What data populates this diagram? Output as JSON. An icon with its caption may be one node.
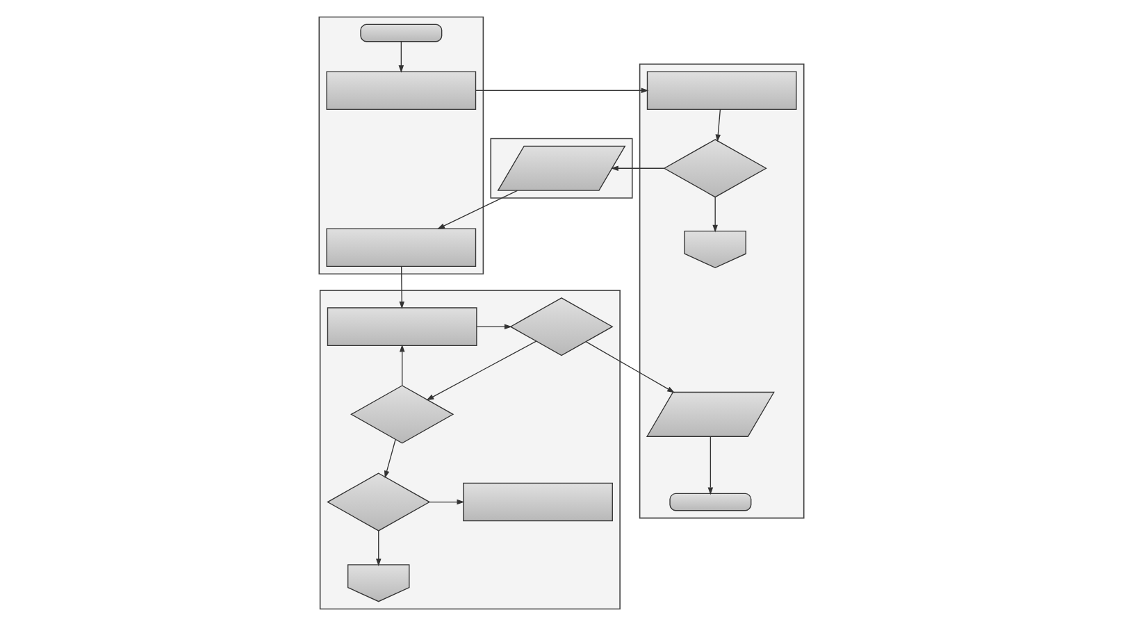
{
  "diagram": {
    "nodes": [
      {
        "text": [],
        "shape": "band"
      },
      {
        "text": [],
        "shape": "band"
      },
      {
        "text": [],
        "shape": "band"
      },
      {
        "text": [],
        "shape": "band"
      },
      {
        "text": [],
        "shape": "pill",
        "in": 0
      },
      {
        "text": [],
        "shape": "box",
        "in": 0
      },
      {
        "text": [],
        "shape": "box",
        "in": 0
      },
      {
        "text": [],
        "shape": "box",
        "in": 1
      },
      {
        "text": [],
        "shape": "diamond",
        "in": 1
      },
      {
        "text": [],
        "shape": "pentagon",
        "in": 1
      },
      {
        "text": [],
        "shape": "parallelogram",
        "in": 1
      },
      {
        "text": [],
        "shape": "pill",
        "in": 1
      },
      {
        "text": [],
        "shape": "parallelogram",
        "in": 2
      },
      {
        "text": [],
        "shape": "box",
        "in": 3
      },
      {
        "text": [],
        "shape": "diamond",
        "in": 3
      },
      {
        "text": [],
        "shape": "diamond",
        "in": 3
      },
      {
        "text": [],
        "shape": "diamond",
        "in": 3
      },
      {
        "text": [],
        "shape": "box",
        "in": 3
      },
      {
        "text": [],
        "shape": "pentagon",
        "in": 3
      }
    ],
    "edges": [
      {
        "from": 4,
        "to": 5,
        "arrow": "to"
      },
      {
        "from": 5,
        "to": 7,
        "arrow": "to"
      },
      {
        "from": 7,
        "to": 8,
        "arrow": "to"
      },
      {
        "from": 8,
        "to": 9,
        "arrow": "to"
      },
      {
        "from": 8,
        "to": 12,
        "arrow": "to"
      },
      {
        "from": 12,
        "to": 6,
        "arrow": "to"
      },
      {
        "from": 6,
        "to": 13,
        "arrow": "to"
      },
      {
        "from": 13,
        "to": 14,
        "arrow": "to"
      },
      {
        "from": 14,
        "to": 10,
        "arrow": "to"
      },
      {
        "from": 14,
        "to": 15,
        "arrow": "to"
      },
      {
        "from": 15,
        "to": 13,
        "arrow": "to"
      },
      {
        "from": 15,
        "to": 16,
        "arrow": "to"
      },
      {
        "from": 16,
        "to": 17,
        "arrow": "to"
      },
      {
        "from": 16,
        "to": 18,
        "arrow": "to"
      },
      {
        "from": 10,
        "to": 11,
        "arrow": "to"
      }
    ]
  }
}
